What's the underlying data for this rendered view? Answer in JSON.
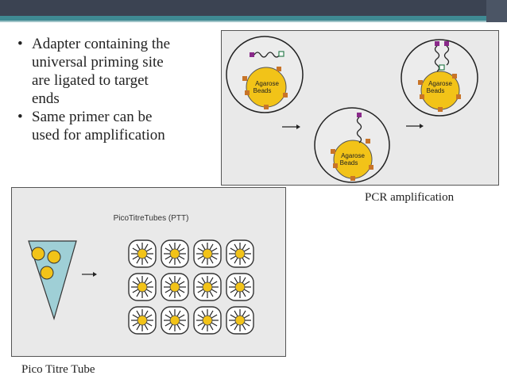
{
  "slide": {
    "bullets": [
      "Adapter containing the universal priming site are ligated to target ends",
      "Same primer can be used for amplification"
    ],
    "bullet_line_breaks": [
      [
        "Adapter containing the",
        "universal priming site",
        "are ligated to target",
        "ends"
      ],
      [
        "Same primer can be",
        "used for amplification"
      ]
    ]
  },
  "pcr_figure": {
    "bead_label_line1": "Agarose",
    "bead_label_line2": "Beads",
    "caption": "PCR amplification"
  },
  "ptt_figure": {
    "title": "PicoTitreTubes (PTT)",
    "caption": "Pico Titre Tube"
  },
  "colors": {
    "header_dark": "#3b4352",
    "header_teal": "#3f8a93",
    "bead_fill": "#f2c318",
    "figure_bg": "#e9e9e9",
    "cone_fill": "#9fcfd6",
    "primer_orange": "#c87428",
    "adapter_purple": "#8a2a8a"
  }
}
